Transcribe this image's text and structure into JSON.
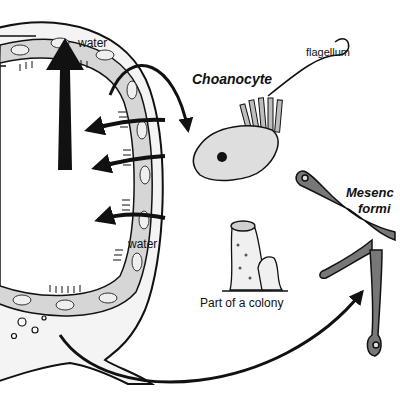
{
  "diagram": {
    "labels": [
      "water",
      "Choanocyte",
      "flagellum",
      "water",
      "Part of a colony",
      "Mesenc",
      "formi"
    ]
  }
}
